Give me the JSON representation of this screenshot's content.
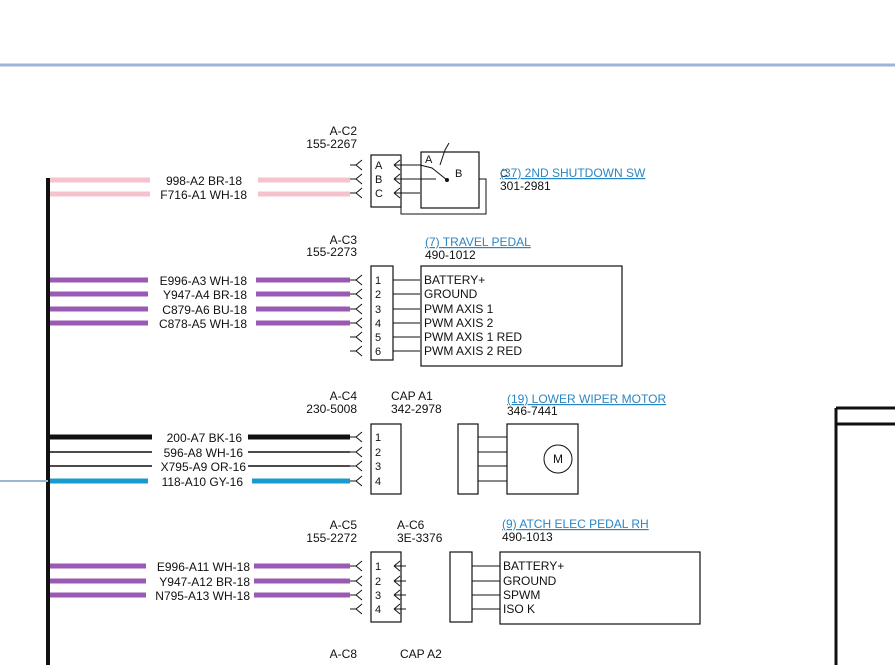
{
  "diagram": {
    "colors": {
      "pink": "#f6c3cd",
      "purple": "#9b59b6",
      "black": "#111111",
      "blue": "#1a9bd0",
      "rule": "#9db4d6",
      "link": "#2a86c2"
    },
    "c2": {
      "conn_name": "A-C2",
      "conn_part": "155-2267",
      "pins": [
        "A",
        "B",
        "C"
      ],
      "wires": [
        "998-A2 BR-18",
        "F716-A1 WH-18"
      ],
      "switch_pin_a": "A",
      "switch_pin_b": "B",
      "switch_pin_c": "C",
      "comp_link": "(37) 2ND SHUTDOWN SW",
      "comp_part": "301-2981"
    },
    "c3": {
      "conn_name": "A-C3",
      "conn_part": "155-2273",
      "comp_link": "(7) TRAVEL PEDAL",
      "comp_part": "490-1012",
      "pins": [
        "1",
        "2",
        "3",
        "4",
        "5",
        "6"
      ],
      "wires": [
        "E996-A3 WH-18",
        "Y947-A4 BR-18",
        "C879-A6 BU-18",
        "C878-A5 WH-18"
      ],
      "signals": [
        "BATTERY+",
        "GROUND",
        "PWM AXIS 1",
        "PWM AXIS 2",
        "PWM AXIS 1 RED",
        "PWM AXIS 2 RED"
      ]
    },
    "c4": {
      "conn_name": "A-C4",
      "conn_part": "230-5008",
      "cap_name": "CAP A1",
      "cap_part": "342-2978",
      "comp_link": "(19) LOWER WIPER MOTOR",
      "comp_part": "346-7441",
      "pins": [
        "1",
        "2",
        "3",
        "4"
      ],
      "wires": [
        "200-A7 BK-16",
        "596-A8 WH-16",
        "X795-A9 OR-16",
        "118-A10 GY-16"
      ],
      "motor_label": "M"
    },
    "c5": {
      "conn_name": "A-C5",
      "conn_part": "155-2272",
      "mate_name": "A-C6",
      "mate_part": "3E-3376",
      "comp_link": "(9) ATCH ELEC PEDAL RH",
      "comp_part": "490-1013",
      "pins": [
        "1",
        "2",
        "3",
        "4"
      ],
      "wires": [
        "E996-A11 WH-18",
        "Y947-A12 BR-18",
        "N795-A13 WH-18"
      ],
      "signals": [
        "BATTERY+",
        "GROUND",
        "SPWM",
        "ISO K"
      ]
    },
    "c8": {
      "conn_name": "A-C8",
      "cap_name": "CAP A2"
    }
  }
}
